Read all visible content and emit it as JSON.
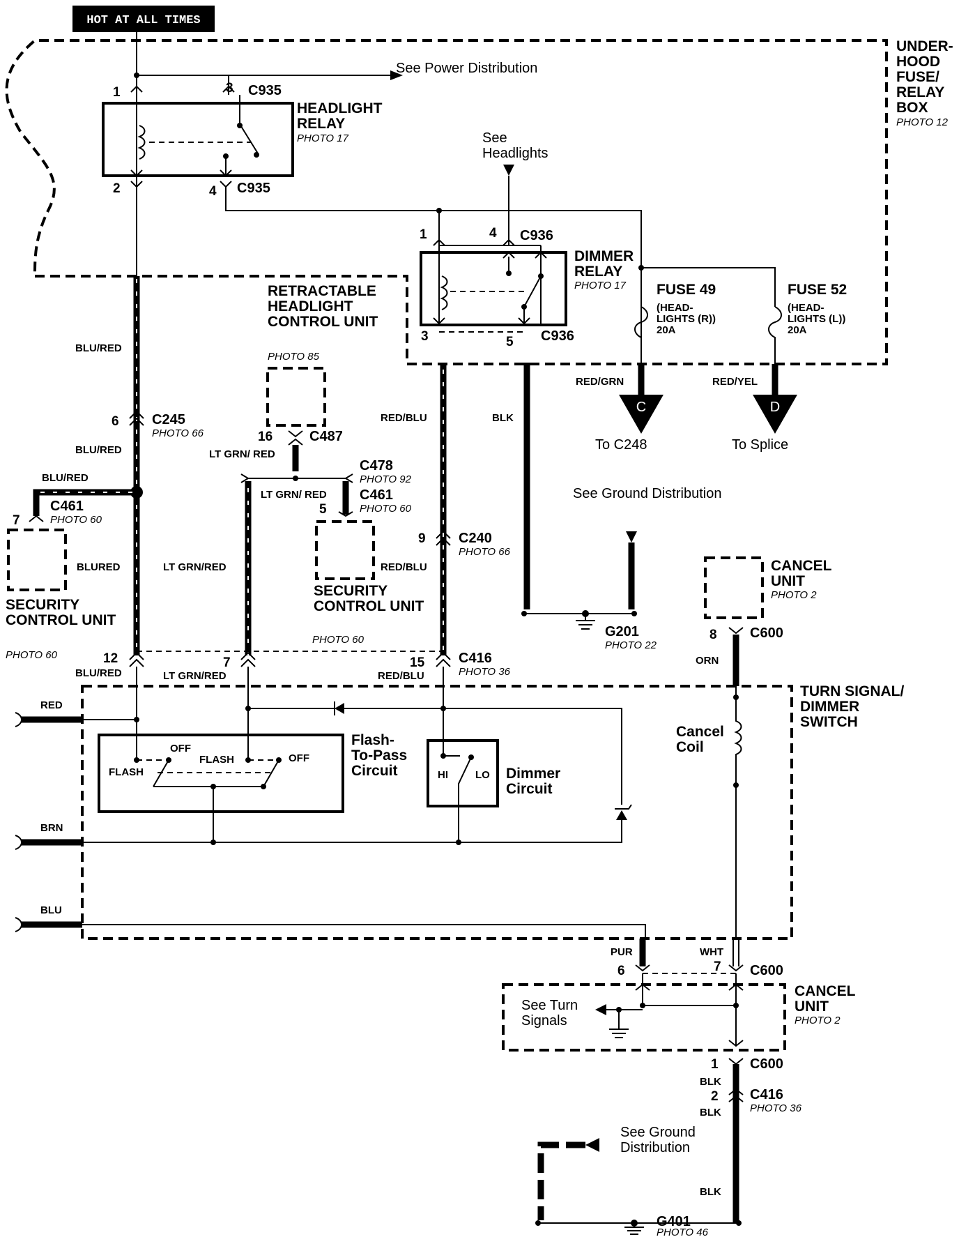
{
  "header": {
    "hot_label": "HOT AT ALL TIMES"
  },
  "top": {
    "see_power": "See Power Distribution",
    "see_headlights_1": "See",
    "see_headlights_2": "Headlights"
  },
  "fuse_box": {
    "line1": "UNDER-",
    "line2": "HOOD",
    "line3": "FUSE/",
    "line4": "RELAY",
    "line5": "BOX",
    "photo": "PHOTO 12"
  },
  "headlight_relay": {
    "line1": "HEADLIGHT",
    "line2": "RELAY",
    "photo": "PHOTO 17",
    "pin1": "1",
    "pin2": "2",
    "pin3": "3",
    "pin4": "4",
    "conn_top": "C935",
    "conn_bottom": "C935"
  },
  "dimmer_relay": {
    "line1": "DIMMER",
    "line2": "RELAY",
    "photo": "PHOTO 17",
    "pin1": "1",
    "pin4": "4",
    "pin3": "3",
    "pin5": "5",
    "conn_top": "C936",
    "conn_bottom": "C936"
  },
  "fuse49": {
    "name": "FUSE 49",
    "desc1": "(HEAD-",
    "desc2": "LIGHTS (R))",
    "rating": "20A",
    "wire": "RED/GRN",
    "marker": "C",
    "dest": "To C248"
  },
  "fuse52": {
    "name": "FUSE 52",
    "desc1": "(HEAD-",
    "desc2": "LIGHTS (L))",
    "rating": "20A",
    "wire": "RED/YEL",
    "marker": "D",
    "dest": "To Splice"
  },
  "retract_unit": {
    "line1": "RETRACTABLE",
    "line2": "HEADLIGHT",
    "line3": "CONTROL UNIT",
    "photo": "PHOTO 60"
  },
  "left_branch": {
    "wire_top": "BLU/RED",
    "c245_pin": "6",
    "c245": "C245",
    "c245_photo": "PHOTO 66",
    "wire_mid": "BLU/RED",
    "wire_side": "BLU/RED",
    "c461": "C461",
    "c461_photo": "PHOTO 60",
    "c461_pin": "7",
    "wire_low": "BLURED",
    "scu1": "SECURITY",
    "scu2": "CONTROL UNIT",
    "scu_photo": "PHOTO 60"
  },
  "middle_branch": {
    "photo85": "PHOTO 85",
    "pin16": "16",
    "c487": "C487",
    "wire1": "LT GRN/ RED",
    "c478": "C478",
    "c478_photo": "PHOTO 92",
    "wire2": "LT GRN/ RED",
    "c461b": "C461",
    "c461b_photo": "PHOTO 60",
    "pin5": "5",
    "wire3": "LT GRN/RED",
    "wire4": "RED/BLU",
    "scu1": "SECURITY",
    "scu2": "CONTROL UNIT"
  },
  "right_branch": {
    "wire_top": "RED/BLU",
    "blk": "BLK",
    "pin9": "9",
    "c240": "C240",
    "c240_photo": "PHOTO 66",
    "see_ground": "See Ground Distribution",
    "g201": "G201",
    "g201_photo": "PHOTO 22"
  },
  "c416": {
    "pin12": "12",
    "pin7": "7",
    "pin15": "15",
    "name": "C416",
    "photo": "PHOTO 36",
    "w12": "BLU/RED",
    "w7": "LT GRN/RED",
    "w15": "RED/BLU"
  },
  "cancel_top": {
    "line1": "CANCEL",
    "line2": "UNIT",
    "photo": "PHOTO 2",
    "pin8": "8",
    "c600": "C600",
    "wire": "ORN"
  },
  "switch": {
    "line1": "TURN SIGNAL/",
    "line2": "DIMMER",
    "line3": "SWITCH",
    "red": "RED",
    "brn": "BRN",
    "blu": "BLU",
    "off1": "OFF",
    "flash1": "FLASH",
    "flash2": "FLASH",
    "off2": "OFF",
    "ftp1": "Flash-",
    "ftp2": "To-Pass",
    "ftp3": "Circuit",
    "hi": "HI",
    "lo": "LO",
    "dim1": "Dimmer",
    "dim2": "Circuit",
    "coil1": "Cancel",
    "coil2": "Coil"
  },
  "cancel_bottom": {
    "pur": "PUR",
    "wht": "WHT",
    "pin6": "6",
    "pin7": "7",
    "c600": "C600",
    "line1": "CANCEL",
    "line2": "UNIT",
    "photo": "PHOTO 2",
    "see_turn1": "See Turn",
    "see_turn2": "Signals",
    "pin1": "1",
    "c600b": "C600",
    "blk1": "BLK",
    "pin2": "2",
    "c416": "C416",
    "c416_photo": "PHOTO 36",
    "blk2": "BLK",
    "see_ground1": "See Ground",
    "see_ground2": "Distribution",
    "blk3": "BLK",
    "g401": "G401",
    "g401_photo": "PHOTO 46"
  }
}
